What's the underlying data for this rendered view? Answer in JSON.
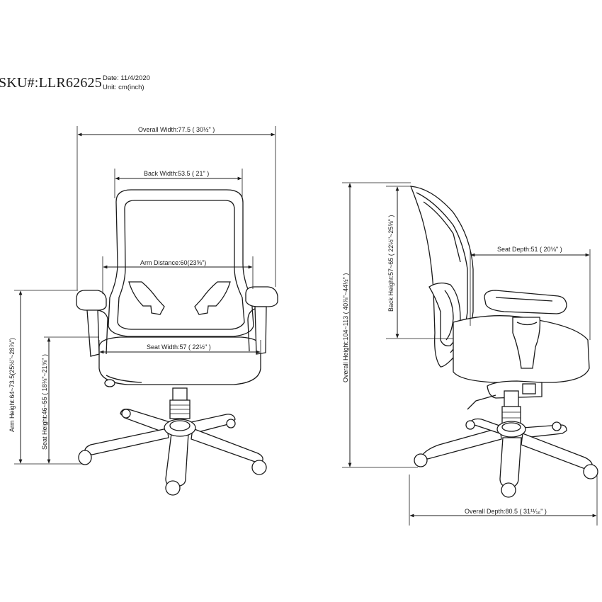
{
  "header": {
    "sku": "SKU#:LLR62625",
    "date": "Date: 11/4/2020",
    "unit": "Unit: cm(inch)"
  },
  "front_view": {
    "overall_width": "Overall Width:77.5 ( 30½\" )",
    "back_width": "Back Width:53.5 ( 21\" )",
    "arm_distance": "Arm Distance:60(23⅝\")",
    "seat_width": "Seat Width:57 ( 22½\" )",
    "arm_height": "Arm Height:64~73.5(25⅛\"~28⅞\")",
    "seat_height": "Seat Height:46~55 ( 18⅛\"~21⅝\" )"
  },
  "side_view": {
    "seat_depth": "Seat Depth:51 ( 20⅛\" )",
    "back_height": "Back Height:57~65 ( 22½\"~25⅝\" )",
    "overall_height": "Overall Height:104~113 ( 40⅞\"~44½\" )",
    "overall_depth": "Overall Depth:80.5 ( 31¹¹⁄₁₆\" )"
  },
  "colors": {
    "line": "#1a1a1a",
    "background": "#ffffff"
  }
}
